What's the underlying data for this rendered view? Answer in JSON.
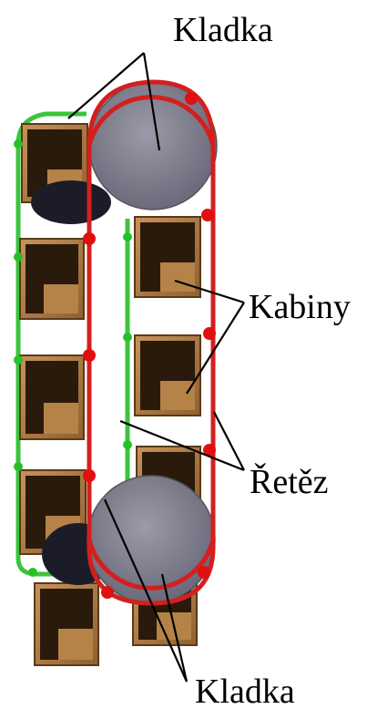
{
  "labels": {
    "pulley_top": "Kladka",
    "cabins": "Kabiny",
    "chain": "Řetěz",
    "pulley_bottom": "Kladka"
  },
  "colors": {
    "chain_front": "#d41f1f",
    "chain_back": "#3cc43c",
    "pulley": "#7e7e8e",
    "cabin": "#b07d43",
    "cabin_interior": "#2a1a0c",
    "joint_front": "#e01010",
    "joint_back": "#28c028"
  }
}
